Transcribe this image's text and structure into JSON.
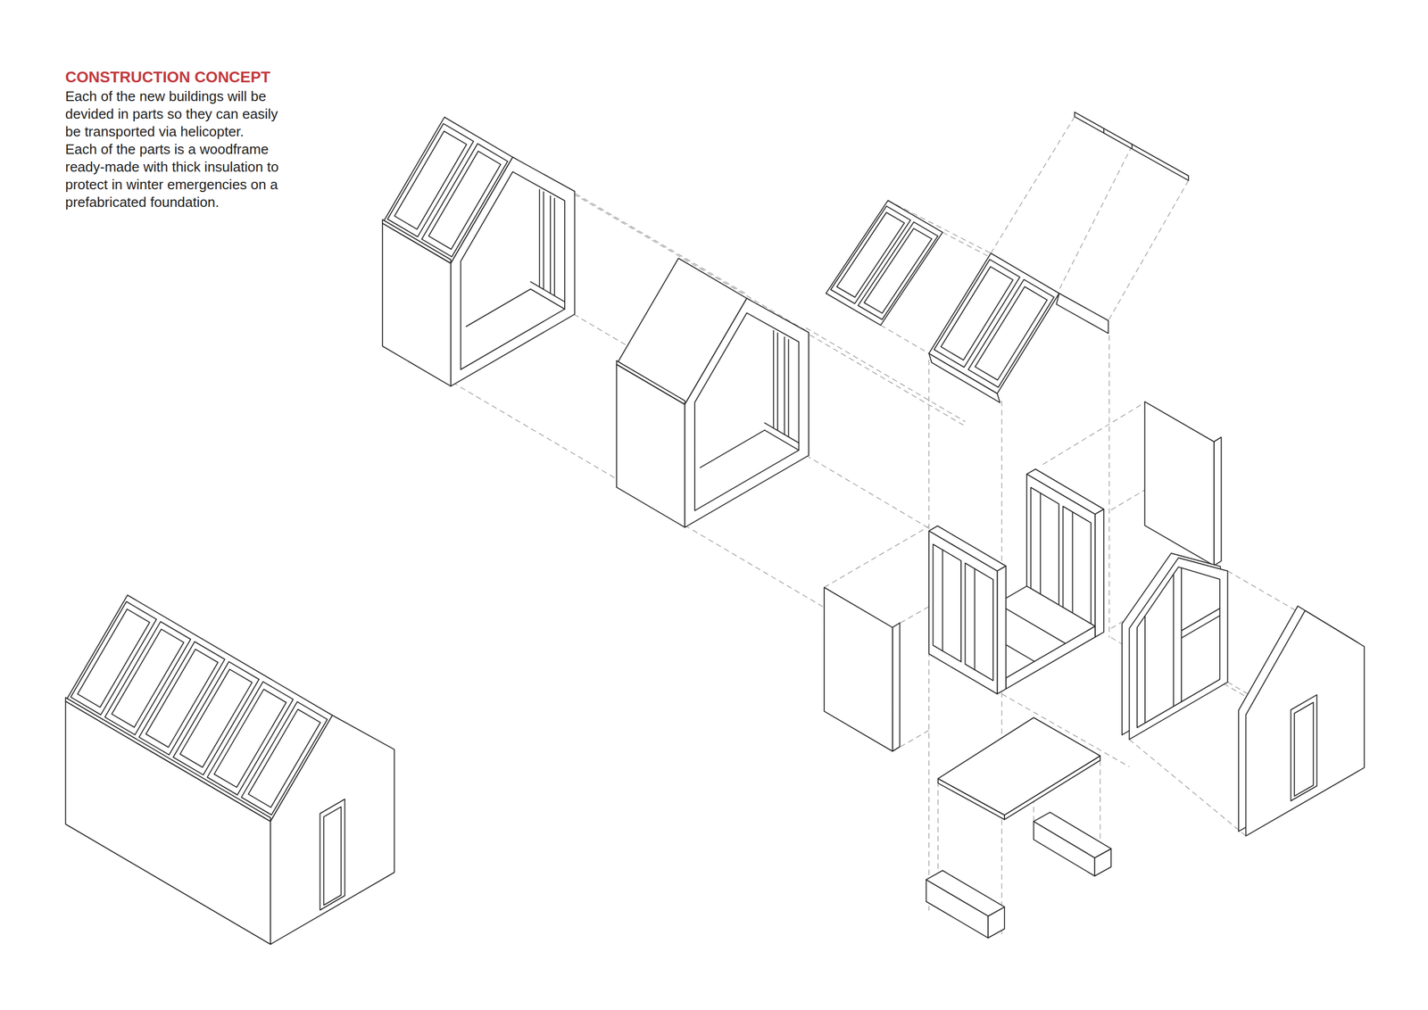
{
  "diagram": {
    "title": "CONSTRUCTION CONCEPT",
    "labels": [
      "Each of the new buildings will be devided in parts so they can easily be transported via helicopter.",
      "Each of the parts is a woodframe ready-made with thick insulation to protect in winter emergencies on a prefabricated foundation."
    ]
  }
}
